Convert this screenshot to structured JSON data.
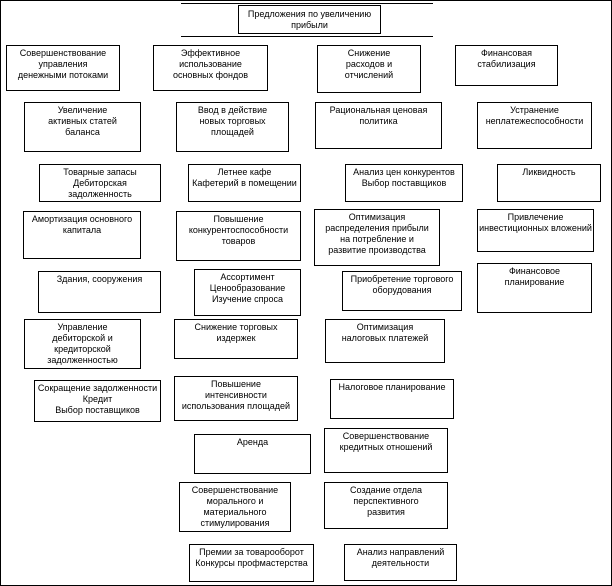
{
  "diagram": {
    "title": "Предложения по увеличению\nприбыли",
    "boxes": [
      {
        "text": "Совершенствование\nуправления\nденежными потоками"
      },
      {
        "text": "Эффективное\nиспользование\nосновных фондов"
      },
      {
        "text": "Снижение\nрасходов и\nотчислений"
      },
      {
        "text": "Финансовая\nстабилизация"
      },
      {
        "text": "Увеличение\nактивных статей\nбаланса"
      },
      {
        "text": "Ввод в действие\nновых торговых\nплощадей"
      },
      {
        "text": "Рациональная ценовая\nполитика"
      },
      {
        "text": "Устранение\nнеплатежеспособности"
      },
      {
        "text": "Товарные запасы\nДебиторская задолженность"
      },
      {
        "text": "Летнее кафе\nКафетерий в помещении"
      },
      {
        "text": "Анализ цен конкурентов\nВыбор поставщиков"
      },
      {
        "text": "Ликвидность"
      },
      {
        "text": "Амортизация основного\nкапитала"
      },
      {
        "text": "Повышение\nконкурентоспособности\nтоваров"
      },
      {
        "text": "Оптимизация\nраспределения прибыли\nна потребление и\nразвитие производства"
      },
      {
        "text": "Привлечение\nинвестиционных вложений"
      },
      {
        "text": "Здания, сооружения"
      },
      {
        "text": "Ассортимент\nЦенообразование\nИзучение спроса"
      },
      {
        "text": "Приобретение торгового\nоборудования"
      },
      {
        "text": "Финансовое\nпланирование"
      },
      {
        "text": "Управление\nдебиторской и\nкредиторской\nзадолженностью"
      },
      {
        "text": "Снижение торговых\nиздержек"
      },
      {
        "text": "Оптимизация\nналоговых платежей"
      },
      {
        "text": "Сокращение задолженности\nКредит\nВыбор поставщиков"
      },
      {
        "text": "Повышение\nинтенсивности\nиспользования площадей"
      },
      {
        "text": "Налоговое планирование"
      },
      {
        "text": "Аренда"
      },
      {
        "text": "Совершенствование\nкредитных отношений"
      },
      {
        "text": "Совершенствование\nморального и\nматериального\nстимулирования"
      },
      {
        "text": "Создание отдела\nперспективного\nразвития"
      },
      {
        "text": "Премии за товарооборот\nКонкурсы профмастерства"
      },
      {
        "text": "Анализ направлений\nдеятельности"
      }
    ]
  }
}
